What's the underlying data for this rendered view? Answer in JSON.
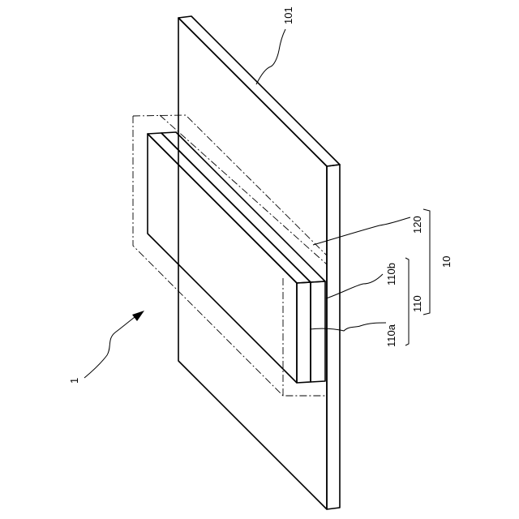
{
  "labels": {
    "device": "1",
    "base": "101",
    "assembly": "10",
    "layer_top": "120",
    "stack": "110",
    "layer_b": "110b",
    "layer_a": "110a"
  },
  "colors": {
    "line": "#000000",
    "background": "#ffffff",
    "fill_white": "#ffffff",
    "dot_fill": "#c8c8c8"
  }
}
